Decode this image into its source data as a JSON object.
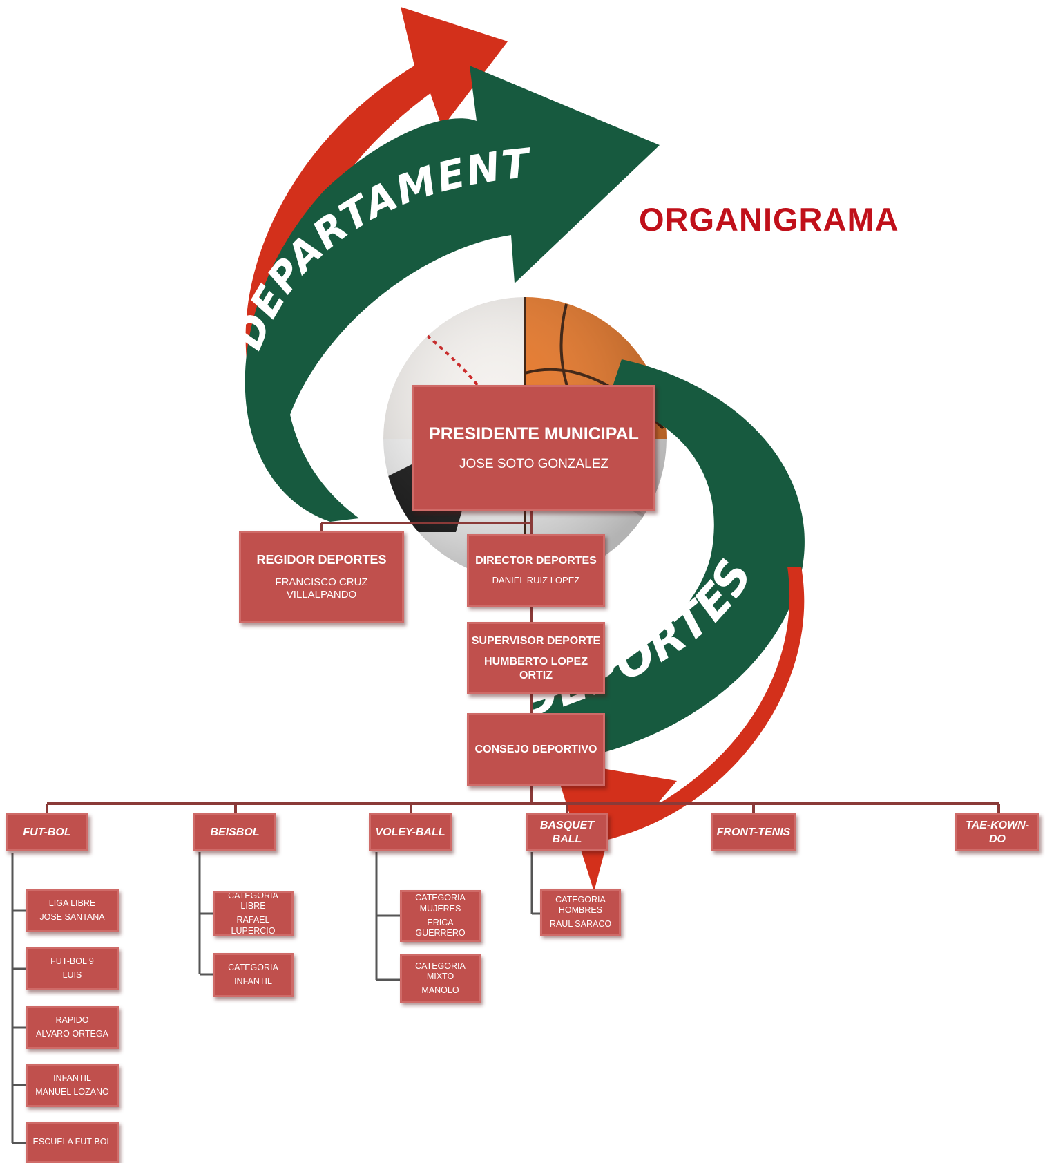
{
  "title": "ORGANIGRAMA",
  "banner": {
    "arc_top_text": "DEPARTAMENTO",
    "arc_bottom_text": "DEPORTES",
    "colors": {
      "green": "#175a3f",
      "red": "#d3301b",
      "box": "#c0504d",
      "title": "#c0101a"
    }
  },
  "top": {
    "presidente": {
      "role": "PRESIDENTE MUNICIPAL",
      "name": "JOSE SOTO GONZALEZ"
    },
    "regidor": {
      "role": "REGIDOR DEPORTES",
      "name": "FRANCISCO CRUZ VILLALPANDO"
    },
    "director": {
      "role": "DIRECTOR DEPORTES",
      "name": "DANIEL RUIZ LOPEZ"
    },
    "supervisor": {
      "role": "SUPERVISOR DEPORTE",
      "name": "HUMBERTO LOPEZ ORTIZ"
    },
    "consejo": {
      "role": "CONSEJO DEPORTIVO"
    }
  },
  "categories": {
    "futbol": {
      "label": "FUT-BOL",
      "items": [
        {
          "l1": "LIGA LIBRE",
          "l2": "JOSE SANTANA"
        },
        {
          "l1": "FUT-BOL 9",
          "l2": "LUIS"
        },
        {
          "l1": "RAPIDO",
          "l2": "ALVARO ORTEGA"
        },
        {
          "l1": "INFANTIL",
          "l2": "MANUEL LOZANO"
        },
        {
          "l1": "ESCUELA FUT-BOL",
          "l2": ""
        }
      ]
    },
    "beisbol": {
      "label": "BEISBOL",
      "items": [
        {
          "l1": "CATEGORIA LIBRE",
          "l2": "RAFAEL LUPERCIO"
        },
        {
          "l1": "CATEGORIA",
          "l2": "INFANTIL"
        }
      ]
    },
    "voley": {
      "label": "VOLEY-BALL",
      "items": [
        {
          "l1": "CATEGORIA MUJERES",
          "l2": "ERICA GUERRERO"
        },
        {
          "l1": "CATEGORIA MIXTO",
          "l2": "MANOLO"
        }
      ]
    },
    "basquet": {
      "label": "BASQUET BALL",
      "items": [
        {
          "l1": "CATEGORIA HOMBRES",
          "l2": "RAUL SARACO"
        }
      ]
    },
    "fronttenis": {
      "label": "FRONT-TENIS"
    },
    "taekowndo": {
      "label": "TAE-KOWN-DO"
    }
  }
}
